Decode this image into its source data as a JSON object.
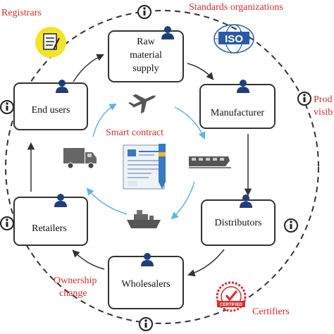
{
  "colors": {
    "accent_red": "#d92b2b",
    "arrow_blue": "#5cb6e0",
    "arrow_dark": "#333333",
    "node_border": "#333333",
    "person_icon": "#1f3f7a",
    "iso_blue": "#2a5aa6"
  },
  "outer_labels": {
    "registrars": "Registrars",
    "standards_organizations": "Standards organizations",
    "product_visibility_line1": "Prod",
    "product_visibility_line2": "visib",
    "ownership_change_line1": "Ownership",
    "ownership_change_line2": "change",
    "certifiers": "Certifiers"
  },
  "center": {
    "smart_contract": "Smart contract"
  },
  "nodes": {
    "raw_material": [
      "Raw",
      "material",
      "supply"
    ],
    "manufacturer": "Manufacturer",
    "distributors": "Distributors",
    "wholesalers": "Wholesalers",
    "retailers": "Retailers",
    "end_users": "End users"
  },
  "badges": {
    "iso": "ISO",
    "certified": "CERTIFIED",
    "info": "i"
  },
  "icons": [
    "registrar-document-icon",
    "iso-globe-icon",
    "certified-stamp-icon",
    "airplane-icon",
    "train-icon",
    "ship-icon",
    "truck-icon",
    "smart-contract-document-icon",
    "person-icon",
    "info-icon"
  ]
}
